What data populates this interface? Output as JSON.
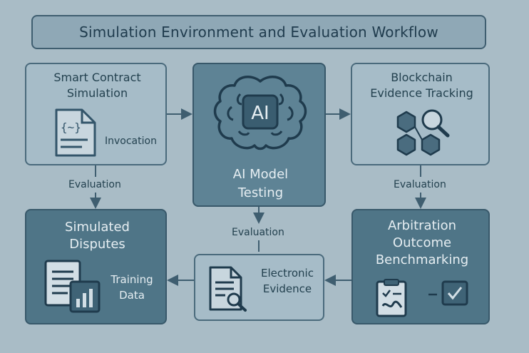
{
  "title": "Simulation Environment and Evaluation Workflow",
  "nodes": {
    "smart_contract": {
      "title": "Smart Contract\nSimulation",
      "sub": "Invocation",
      "icon": "code-document-icon"
    },
    "ai_model": {
      "badge": "AI",
      "title": "AI Model\nTesting",
      "icon": "brain-icon"
    },
    "blockchain": {
      "title": "Blockchain\nEvidence Tracking",
      "icon": "blocks-magnifier-icon"
    },
    "disputes": {
      "title": "Simulated\nDisputes",
      "sub": "Training\nData",
      "icon": "document-chart-icon"
    },
    "evidence": {
      "title": "Electronic\nEvidence",
      "icon": "document-search-icon"
    },
    "arbitration": {
      "title": "Arbitration\nOutcome\nBenchmarking",
      "icon": "clipboard-check-icon"
    }
  },
  "edges": {
    "eval_left": "Evaluation",
    "eval_center": "Evaluation",
    "eval_right": "Evaluation"
  },
  "colors": {
    "background": "#a9bcc6",
    "dark_node": "#4f7587",
    "border": "#4a6a7c",
    "text": "#23414f"
  }
}
